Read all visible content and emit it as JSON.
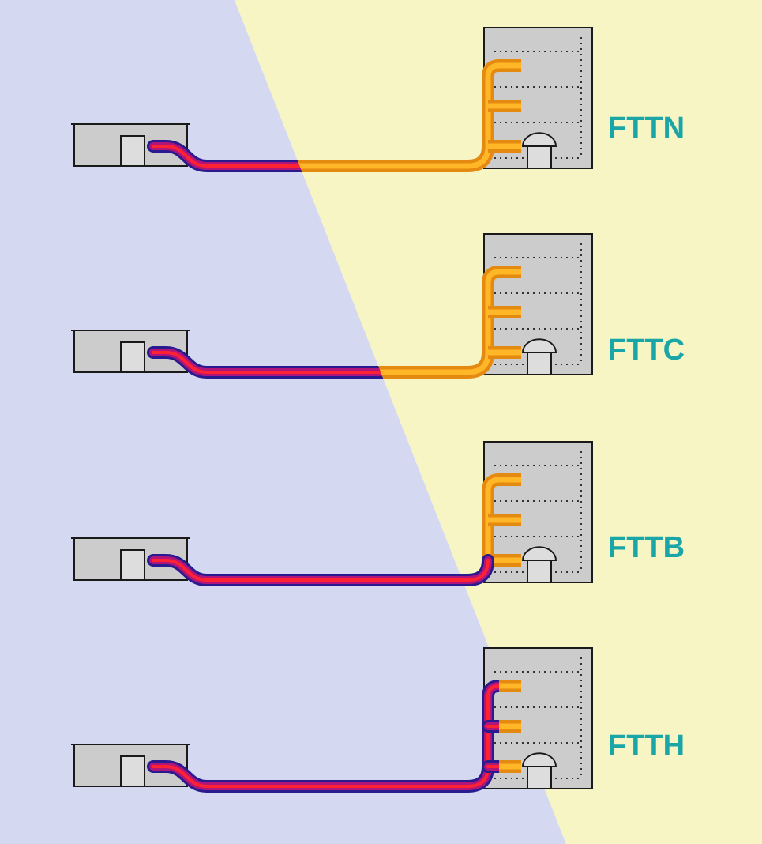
{
  "colors": {
    "copper_zone": "#d4d8f0",
    "fiber_zone": "#f7f5c4",
    "copper_outer": "#2a1a8f",
    "copper_mid": "#b0167a",
    "copper_core": "#ff2233",
    "fiber_outer": "#e58a10",
    "fiber_core": "#ffb627",
    "building_fill": "#cccccc",
    "outline": "#1a1a1a",
    "label": "#1aa6a6"
  },
  "rows": [
    {
      "id": "fttn",
      "label": "FTTN"
    },
    {
      "id": "fttc",
      "label": "FTTC"
    },
    {
      "id": "fttb",
      "label": "FTTB"
    },
    {
      "id": "ftth",
      "label": "FTTH"
    }
  ]
}
